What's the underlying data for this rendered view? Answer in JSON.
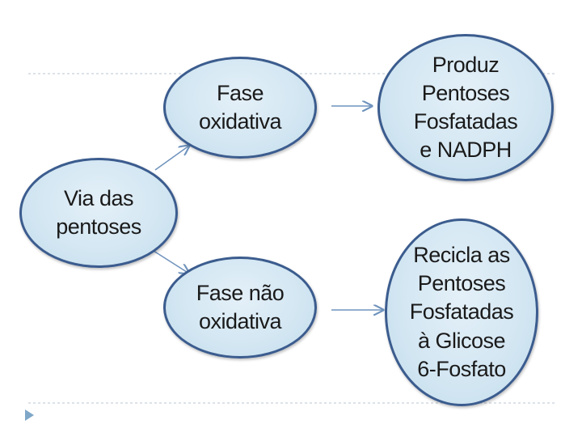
{
  "diagram": {
    "nodes": {
      "via": {
        "lines": [
          "Via das",
          "pentoses"
        ]
      },
      "fase_oxidativa": {
        "lines": [
          "Fase",
          "oxidativa"
        ]
      },
      "fase_nao_oxidativa": {
        "lines": [
          "Fase não",
          "oxidativa"
        ]
      },
      "produz": {
        "lines": [
          "Produz",
          "Pentoses",
          "Fosfatadas",
          "e NADPH"
        ]
      },
      "recicla": {
        "lines": [
          "Recicla as",
          "Pentoses",
          "Fosfatadas",
          "à Glicose",
          "6-Fosfato"
        ]
      }
    },
    "edges": [
      {
        "from": "Via das pentoses",
        "to": "Fase oxidativa"
      },
      {
        "from": "Via das pentoses",
        "to": "Fase não oxidativa"
      },
      {
        "from": "Fase oxidativa",
        "to": "Produz Pentoses Fosfatadas e NADPH"
      },
      {
        "from": "Fase não oxidativa",
        "to": "Recicla as Pentoses Fosfatadas à Glicose 6-Fosfato"
      }
    ],
    "colors": {
      "node_fill": "#d2e6f2",
      "node_border": "#3b5c8e",
      "arrow": "#6f93bd",
      "rule": "#b8c4d0",
      "nav_marker": "#7fa7c8"
    }
  }
}
